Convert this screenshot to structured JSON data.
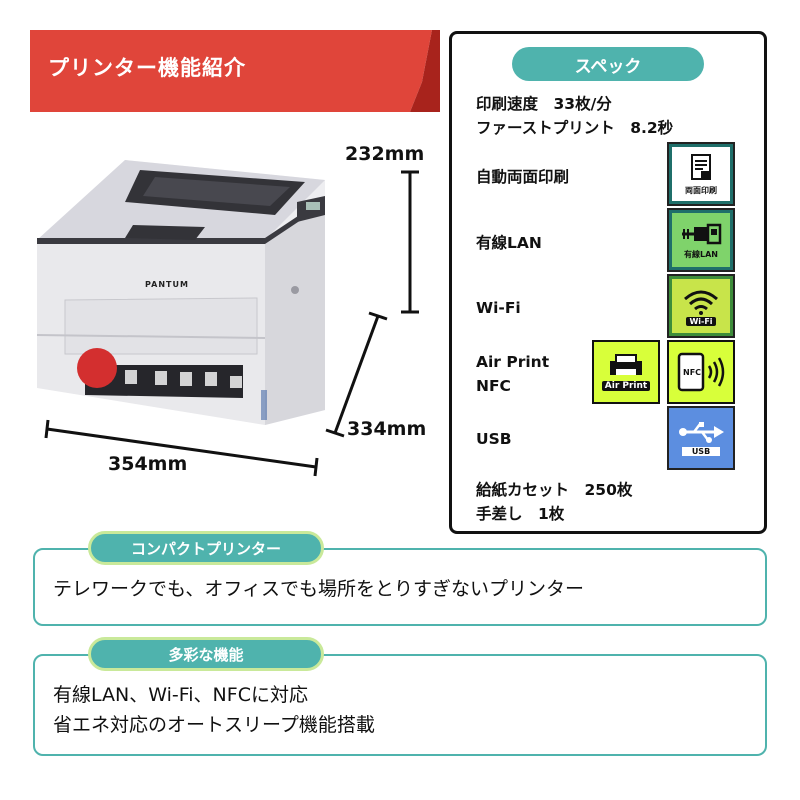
{
  "header": {
    "title": "プリンター機能紹介"
  },
  "printer": {
    "brand_label": "PANTUM",
    "dimensions": {
      "height": "232mm",
      "depth": "334mm",
      "width": "354mm"
    }
  },
  "specs": {
    "title": "スペック",
    "print_speed": "印刷速度　33枚/分",
    "first_print": "ファーストプリント　8.2秒",
    "duplex": "自動両面印刷",
    "wired_lan": "有線LAN",
    "wifi": "Wi-Fi",
    "airprint": "Air Print",
    "nfc": "NFC",
    "usb": "USB",
    "paper_cassette": "給紙カセット　250枚",
    "manual_feed": "手差し　1枚",
    "icons": {
      "duplex_caption": "両面印刷",
      "lan_caption": "有線LAN",
      "wifi_caption": "Wi-Fi",
      "airprint_caption": "Air Print",
      "nfc_caption": "NFC",
      "usb_caption": "USB"
    }
  },
  "features": [
    {
      "title": "コンパクトプリンター",
      "lines": [
        "テレワークでも、オフィスでも場所をとりすぎないプリンター"
      ]
    },
    {
      "title": "多彩な機能",
      "lines": [
        "有線LAN、Wi-Fi、NFCに対応",
        "省エネ対応のオートスリープ機能搭載"
      ]
    }
  ],
  "colors": {
    "header_red": "#e0453a",
    "header_dark_red": "#a8231c",
    "accent_teal": "#4fb3ad",
    "pill_border_green": "#c9e99a",
    "icon_dark_teal": "#1f6f6a",
    "icon_green": "#7fd36b",
    "icon_lime": "#c8e44a",
    "icon_yellow": "#d8ff3a",
    "icon_blue": "#5c8ee0"
  }
}
